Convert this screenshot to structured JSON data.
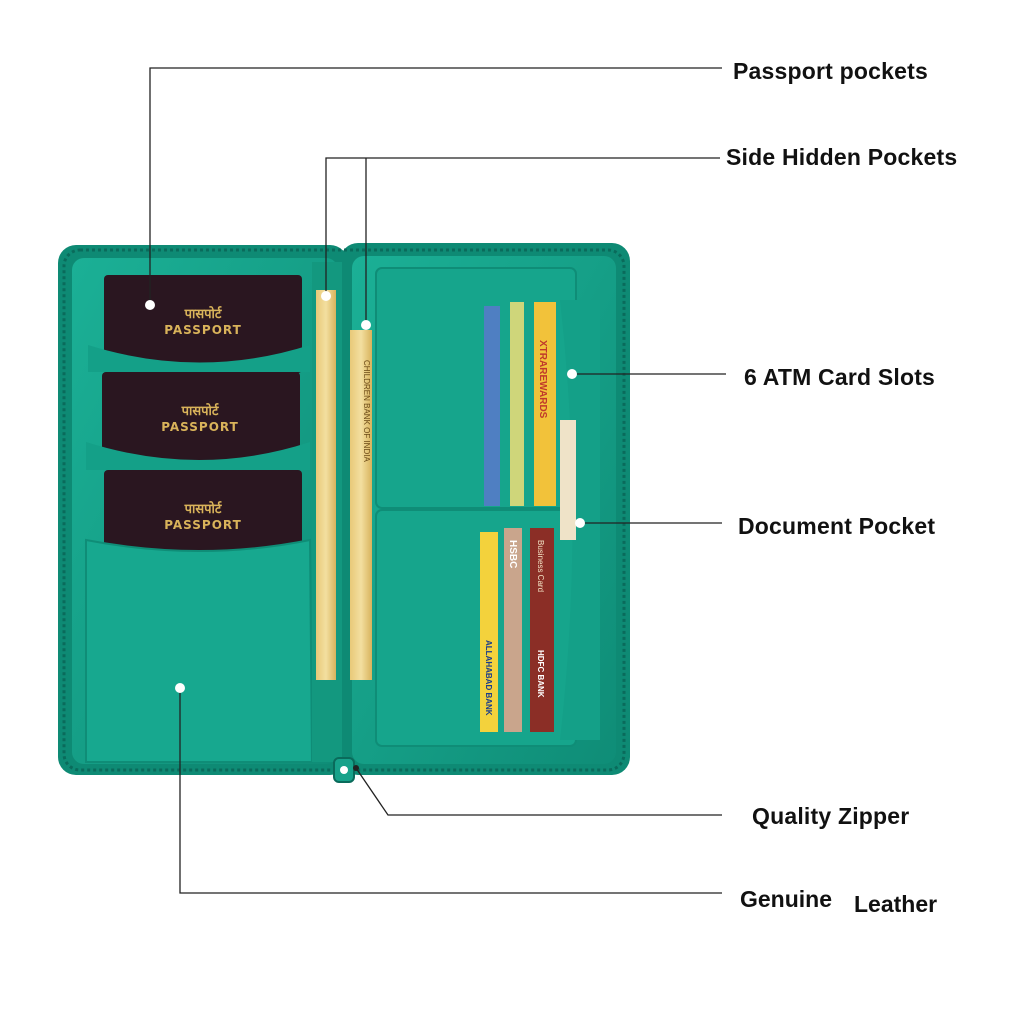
{
  "callouts": {
    "passport_pockets": "Passport pockets",
    "side_hidden_pockets": "Side Hidden Pockets",
    "atm_card_slots": "6 ATM Card Slots",
    "document_pocket": "Document Pocket",
    "quality_zipper": "Quality Zipper",
    "genuine": "Genuine",
    "leather": "Leather"
  },
  "passport": {
    "hindi": "पासपोर्ट",
    "english": "PASSPORT"
  },
  "notes": {
    "label": "CHILDREN BANK OF INDIA"
  },
  "cards": {
    "xtra": "XTRAREWARDS",
    "allahabad": "ALLAHABAD BANK",
    "hsbc": "HSBC",
    "hdfc": "HDFC BANK",
    "business": "Business Card"
  },
  "colors": {
    "leather": "#17a28a",
    "leather_dark": "#0e7f6b",
    "passport": "#2a1620",
    "gold": "#d9b35a",
    "line": "#222222"
  }
}
